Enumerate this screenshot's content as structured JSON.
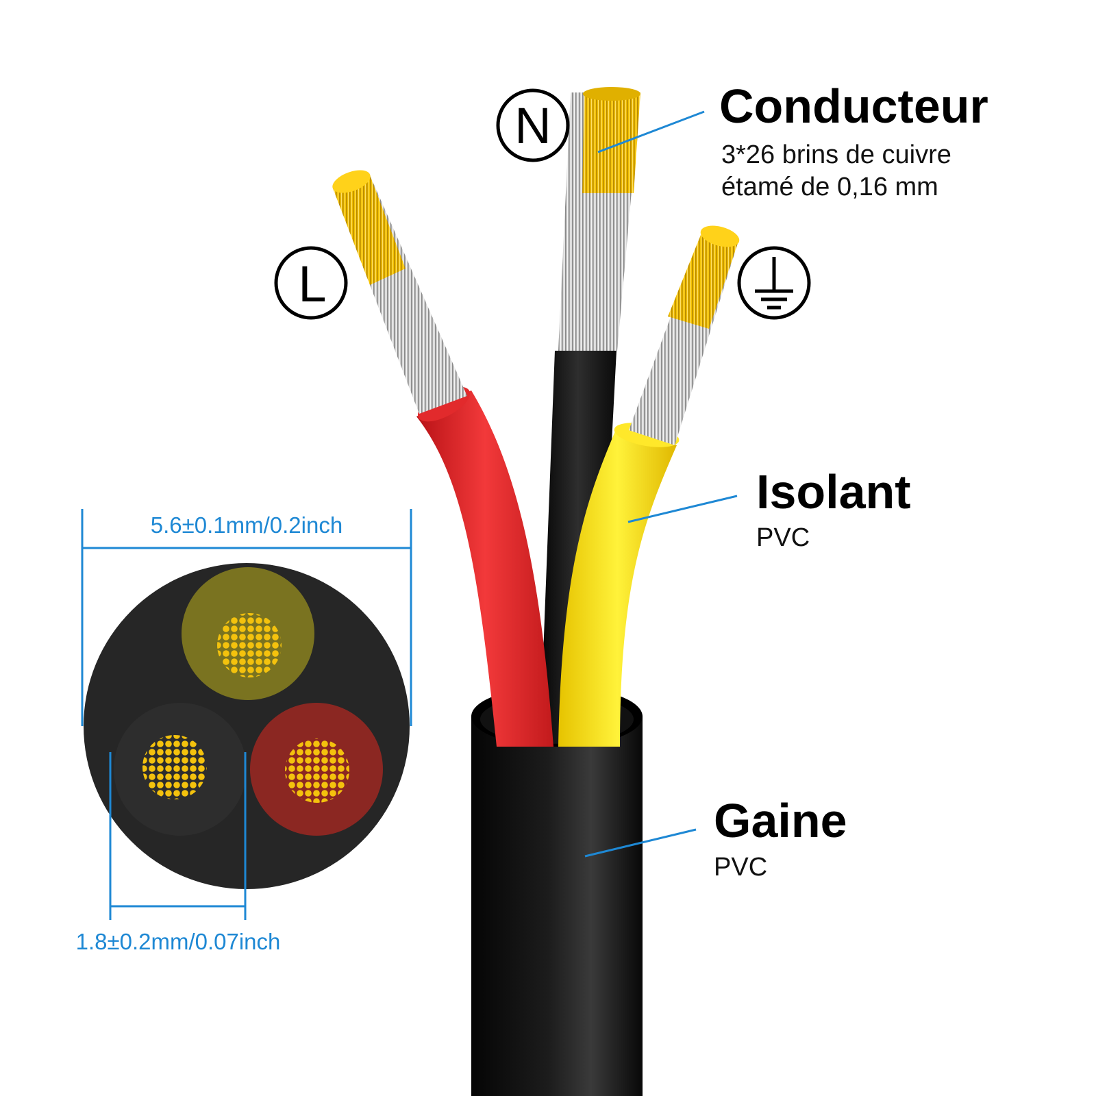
{
  "labels": {
    "conducteur": {
      "title": "Conducteur",
      "desc_line1": "3*26 brins de cuivre",
      "desc_line2": "étamé de 0,16 mm"
    },
    "isolant": {
      "title": "Isolant",
      "desc": "PVC"
    },
    "gaine": {
      "title": "Gaine",
      "desc": "PVC"
    }
  },
  "symbols": {
    "neutral": "N",
    "line": "L",
    "earth": "earth-ground-icon"
  },
  "dimensions": {
    "outer_diameter": "5.6±0.1mm/0.2inch",
    "core_diameter": "1.8±0.2mm/0.07inch"
  },
  "colors": {
    "accent_lines": "#1e88d4",
    "sheath": "#111111",
    "wire_red": "#e8262a",
    "wire_black": "#151515",
    "wire_yellow": "#ffe21a",
    "copper": "#f2c000",
    "tinned_strands": "#c9c9c9"
  }
}
